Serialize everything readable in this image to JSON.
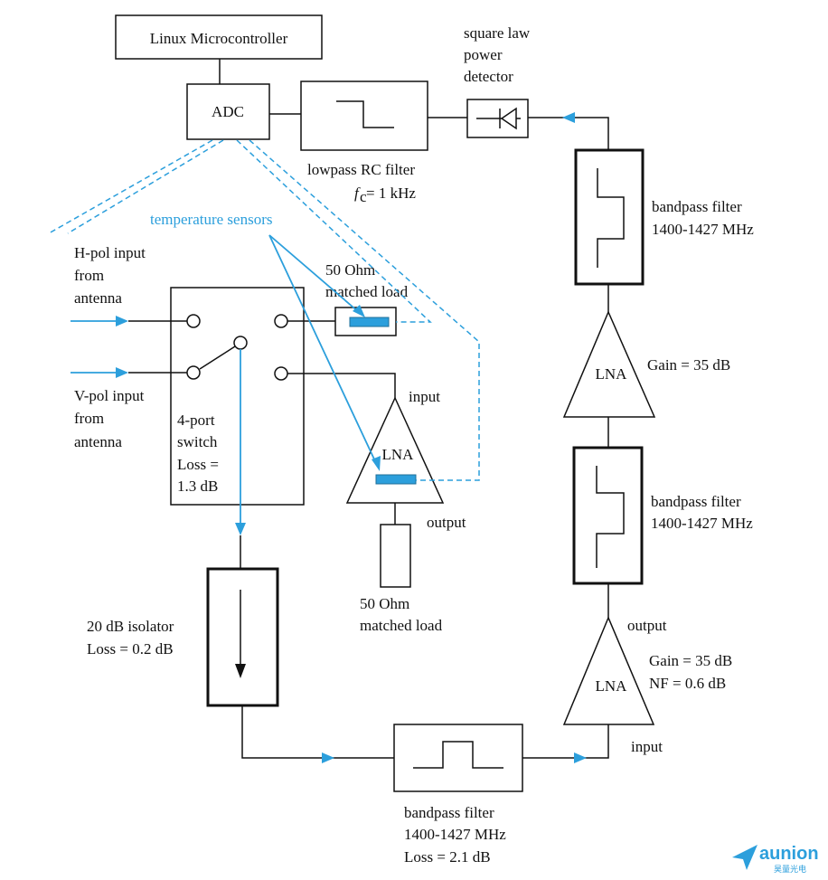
{
  "labels": {
    "microcontroller": "Linux Microcontroller",
    "adc": "ADC",
    "lowpass_line1": "lowpass RC filter",
    "lowpass_fc_symbol": "f",
    "lowpass_fc_sub": "c",
    "lowpass_fc_value": "= 1 kHz",
    "detector_line1": "square law",
    "detector_line2": "power",
    "detector_line3": "detector",
    "temperature_sensors": "temperature sensors",
    "hpol_line1": "H-pol input",
    "hpol_line2": "from",
    "hpol_line3": "antenna",
    "vpol_line1": "V-pol input",
    "vpol_line2": "from",
    "vpol_line3": "antenna",
    "load_top_line1": "50 Ohm",
    "load_top_line2": "matched load",
    "switch_line1": "4-port",
    "switch_line2": "switch",
    "switch_line3": "Loss =",
    "switch_line4": "1.3 dB",
    "lna_center": "LNA",
    "lna_center_input": "input",
    "lna_center_output": "output",
    "load_bottom_line1": "50 Ohm",
    "load_bottom_line2": "matched load",
    "isolator_line1": "20 dB isolator",
    "isolator_line2": "Loss = 0.2 dB",
    "bpf_bottom_line1": "bandpass filter",
    "bpf_bottom_line2": "1400-1427 MHz",
    "bpf_bottom_line3": "Loss = 2.1 dB",
    "lna_right_bottom": "LNA",
    "lna_right_bottom_input": "input",
    "lna_right_bottom_output": "output",
    "lna_right_bottom_gain": "Gain = 35 dB",
    "lna_right_bottom_nf": "NF = 0.6 dB",
    "bpf_right_middle_line1": "bandpass filter",
    "bpf_right_middle_line2": "1400-1427 MHz",
    "lna_right_top": "LNA",
    "lna_right_top_gain": "Gain = 35 dB",
    "bpf_right_top_line1": "bandpass filter",
    "bpf_right_top_line2": "1400-1427 MHz",
    "logo_word": "aunion",
    "logo_sub": "昊量光电"
  },
  "colors": {
    "signal_blue": "#2c9fdc",
    "line_black": "#111111"
  }
}
